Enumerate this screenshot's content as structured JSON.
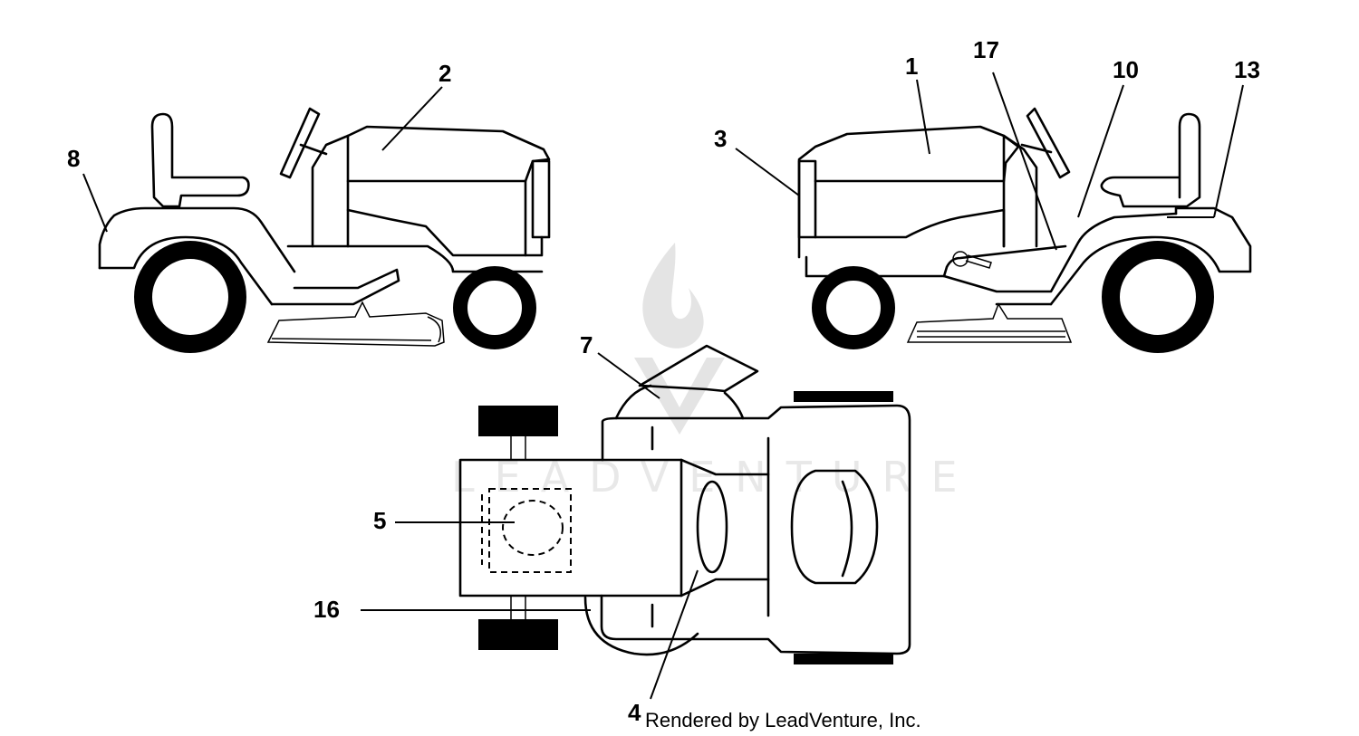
{
  "callouts": [
    "8",
    "2",
    "3",
    "1",
    "17",
    "10",
    "13",
    "7",
    "5",
    "16",
    "4"
  ],
  "credit": "Rendered by LeadVenture, Inc.",
  "watermark": {
    "text": "LEADVENTURE",
    "icon": "flame-logo-icon"
  },
  "colors": {
    "line": "#000000",
    "background": "#ffffff",
    "watermark": "#e4e4e4"
  }
}
